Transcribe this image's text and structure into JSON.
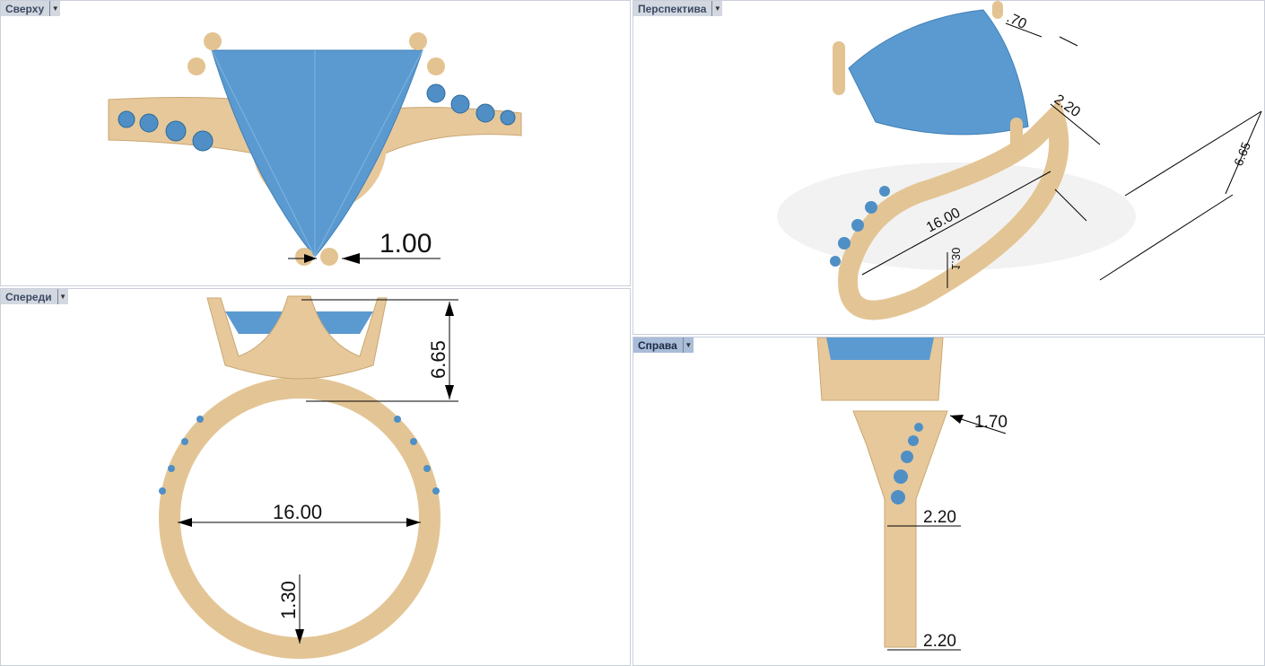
{
  "viewports": {
    "top": {
      "label": "Сверху",
      "dims": {
        "width": "1.00"
      }
    },
    "front": {
      "label": "Спереди",
      "dims": {
        "height": "6.65",
        "diameter": "16.00",
        "thickness": "1.30"
      }
    },
    "perspective": {
      "label": "Перспектива",
      "dims": {
        "prong": ".70",
        "width": "2.20",
        "diameter": "16.00",
        "thickness": "1.30",
        "height": "6.65"
      }
    },
    "right": {
      "label": "Справа",
      "dims": {
        "prong": "1.70",
        "width_top": "2.20",
        "width_bottom": "2.20"
      }
    }
  },
  "active_viewport": "right",
  "colors": {
    "metal": "#e6c89b",
    "stone": "#5a9bd0",
    "tab": "#d3d8e0",
    "tab_active": "#a9bcd8"
  }
}
